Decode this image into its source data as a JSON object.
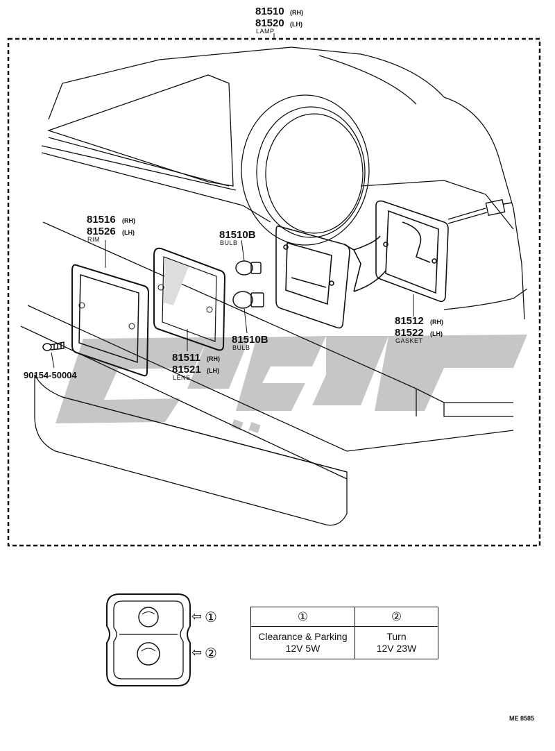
{
  "lamp": {
    "pn_rh": "81510",
    "pn_lh": "81520",
    "rh": "(RH)",
    "lh": "(LH)",
    "caption": "LAMP"
  },
  "rim": {
    "pn_rh": "81516",
    "pn_lh": "81526",
    "rh": "(RH)",
    "lh": "(LH)",
    "caption": "RIM"
  },
  "lens": {
    "pn_rh": "81511",
    "pn_lh": "81521",
    "rh": "(RH)",
    "lh": "(LH)",
    "caption": "LENS"
  },
  "bulb_top": {
    "pn": "81510B",
    "caption": "BULB"
  },
  "bulb_bottom": {
    "pn": "81510B",
    "caption": "BULB"
  },
  "gasket": {
    "pn_rh": "81512",
    "pn_lh": "81522",
    "rh": "(RH)",
    "lh": "(LH)",
    "caption": "GASKET"
  },
  "screw": {
    "pn": "90154-50004"
  },
  "watermark": {
    "text": "ﺗﻮﯾﻮ"
  },
  "legend": {
    "pos1": "①",
    "pos2": "②",
    "arrow": "⇦"
  },
  "bulb_table": {
    "col1_head": "①",
    "col2_head": "②",
    "col1_name": "Clearance & Parking",
    "col1_spec": "12V 5W",
    "col2_name": "Turn",
    "col2_spec": "12V 23W"
  },
  "drawing_code": "ME 8585",
  "colors": {
    "line": "#111111",
    "watermark": "#c8c8c8"
  }
}
